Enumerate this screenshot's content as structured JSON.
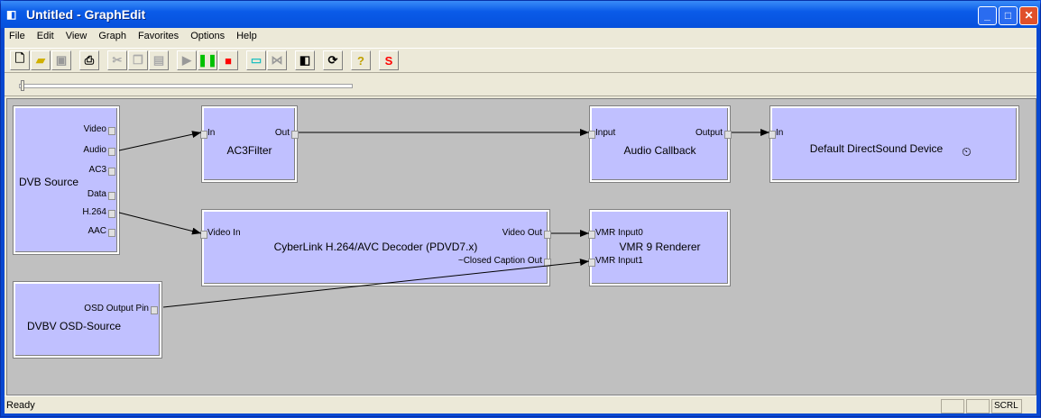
{
  "window": {
    "title": "Untitled - GraphEdit"
  },
  "menu": [
    "File",
    "Edit",
    "View",
    "Graph",
    "Favorites",
    "Options",
    "Help"
  ],
  "toolbar": [
    "new-icon",
    "open-icon",
    "save-icon",
    "print-icon",
    "cut-icon",
    "copy-icon",
    "paste-icon",
    "play-icon",
    "pause-icon",
    "stop-icon",
    "insert-filter-icon",
    "disconnect-icon",
    "graphedit-icon",
    "refresh-icon",
    "help-icon",
    "s-icon"
  ],
  "filters": {
    "dvb": {
      "name": "DVB Source",
      "outputs": [
        "Video",
        "Audio",
        "AC3",
        "Data",
        "H.264",
        "AAC"
      ]
    },
    "ac3": {
      "name": "AC3Filter",
      "in": "In",
      "out": "Out"
    },
    "cb": {
      "name": "Audio Callback",
      "in": "Input",
      "out": "Output"
    },
    "ds": {
      "name": "Default DirectSound Device",
      "in": "In"
    },
    "cl": {
      "name": "CyberLink H.264/AVC Decoder (PDVD7.x)",
      "in": "Video In",
      "out0": "Video Out",
      "out1": "~Closed Caption Out"
    },
    "vmr": {
      "name": "VMR 9 Renderer",
      "in0": "VMR Input0",
      "in1": "VMR Input1"
    },
    "osd": {
      "name": "DVBV OSD-Source",
      "out": "OSD Output Pin"
    }
  },
  "status": {
    "text": "Ready",
    "scrl": "SCRL"
  }
}
